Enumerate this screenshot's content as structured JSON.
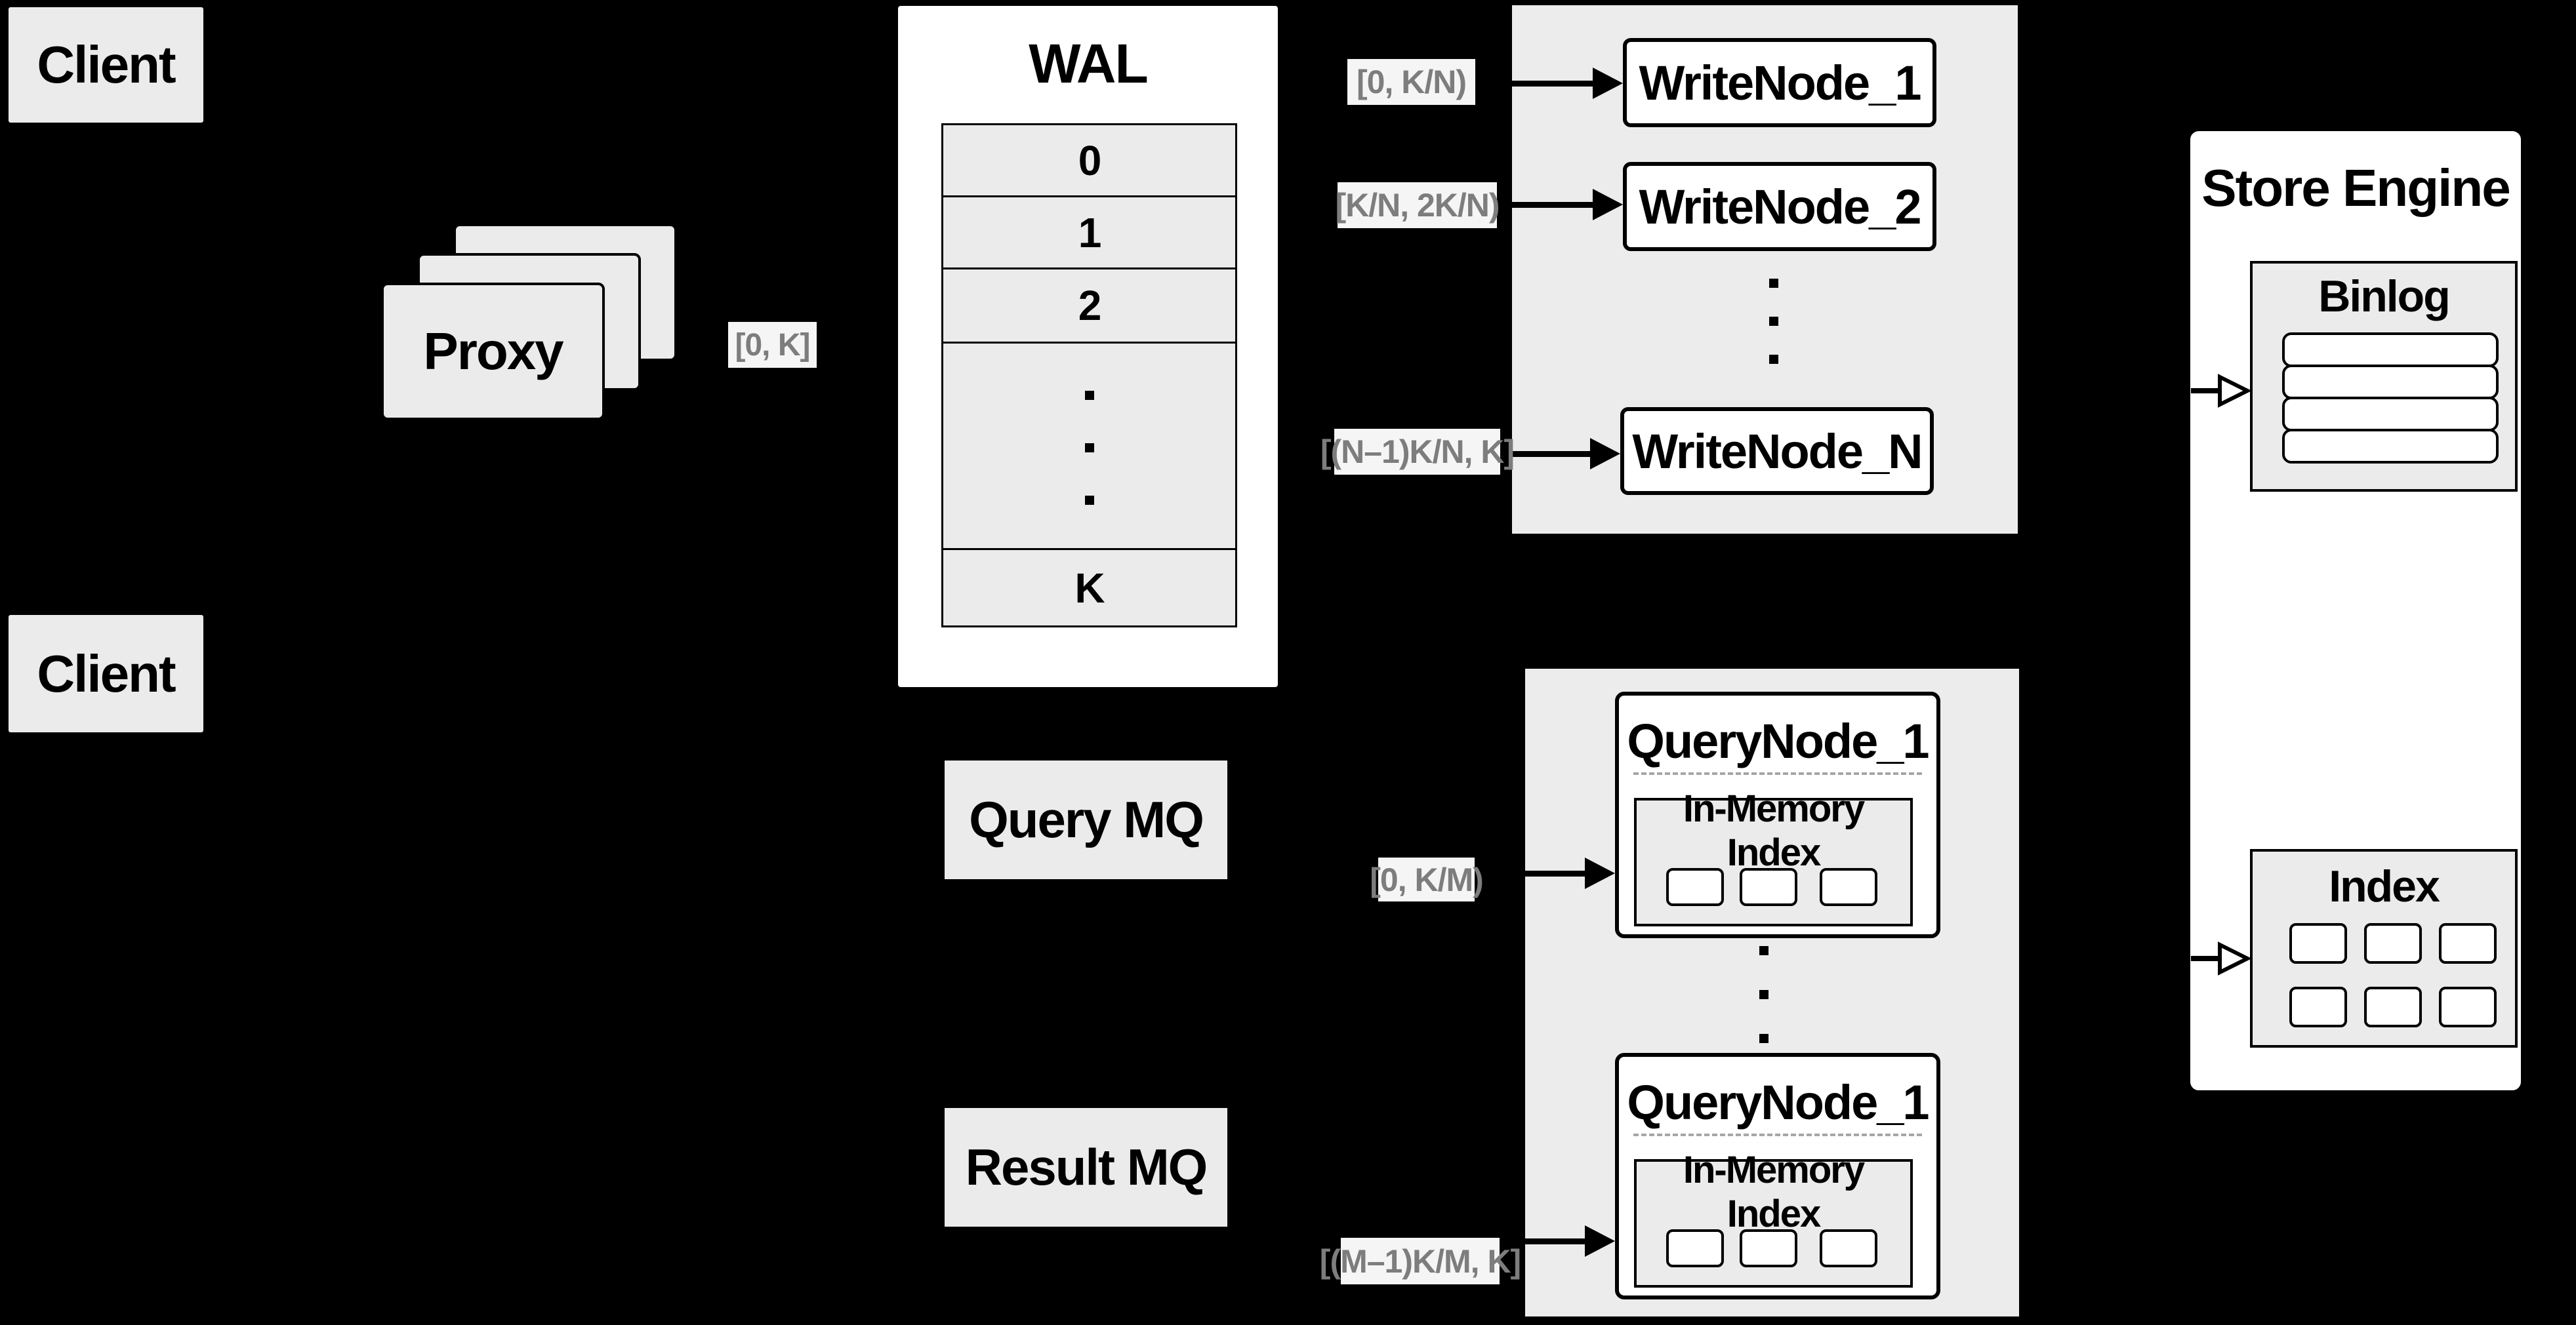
{
  "colors": {
    "bg": "#000000",
    "panel": "#ececec",
    "box": "#ebebeb",
    "white": "#ffffff",
    "ink": "#000000",
    "label-bg": "#f5f5f5",
    "label-text": "#7d7d7d",
    "dash": "#a6a6a6"
  },
  "clients": {
    "top": "Client",
    "bottom": "Client"
  },
  "proxy": {
    "label": "Proxy",
    "range_label": "[0, K]"
  },
  "wal": {
    "title": "WAL",
    "rows": [
      "0",
      "1",
      "2"
    ],
    "last_row": "K"
  },
  "write_cluster": {
    "ranges": [
      "[0,  K/N)",
      "[K/N, 2K/N)",
      "[(N–1)K/N,  K]"
    ],
    "nodes": [
      "WriteNode_1",
      "WriteNode_2",
      "WriteNode_N"
    ]
  },
  "store_engine": {
    "title": "Store Engine",
    "binlog_title": "Binlog",
    "index_title": "Index"
  },
  "query_cluster": {
    "query_mq": "Query MQ",
    "result_mq": "Result MQ",
    "ranges": [
      "[0, K/M)",
      "[(M–1)K/M, K]"
    ],
    "nodes": [
      {
        "title": "QueryNode_1",
        "inmem_title": "In-Memory Index"
      },
      {
        "title": "QueryNode_1",
        "inmem_title": "In-Memory Index"
      }
    ]
  }
}
